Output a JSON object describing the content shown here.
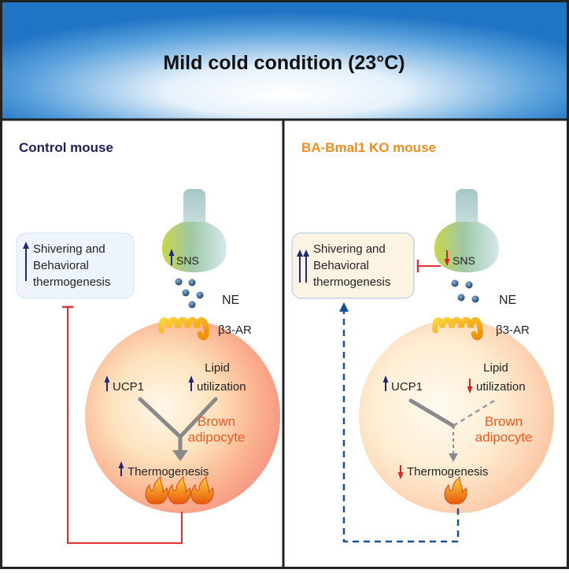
{
  "header": {
    "title": "Mild cold condition (23°C)"
  },
  "left_panel": {
    "title": "Control mouse",
    "behavior_line1": "Shivering and",
    "behavior_line2": "Behavioral",
    "behavior_line3": "thermogenesis",
    "sns": "SNS",
    "ne": "NE",
    "receptor": "β3-AR",
    "ucp1": "UCP1",
    "lipid_line1": "Lipid",
    "lipid_line2": "utilization",
    "cell_line1": "Brown",
    "cell_line2": "adipocyte",
    "thermogenesis": "Thermogenesis"
  },
  "right_panel": {
    "title": "BA-Bmal1 KO mouse",
    "behavior_line1": "Shivering and",
    "behavior_line2": "Behavioral",
    "behavior_line3": "thermogenesis",
    "sns": "SNS",
    "ne": "NE",
    "receptor": "β3-AR",
    "ucp1": "UCP1",
    "lipid_line1": "Lipid",
    "lipid_line2": "utilization",
    "cell_line1": "Brown",
    "cell_line2": "adipocyte",
    "thermogenesis": "Thermogenesis"
  },
  "colors": {
    "header_blue": "#1f74c4",
    "control_title": "#1e1f5e",
    "ko_title": "#f28c1e",
    "brown_adipocyte_text": "#ee5a24",
    "up_arrow": "#1e2a78",
    "down_arrow": "#e02020",
    "inhibition_line": "#e03030",
    "dashed_feedback": "#1a4d9a"
  }
}
